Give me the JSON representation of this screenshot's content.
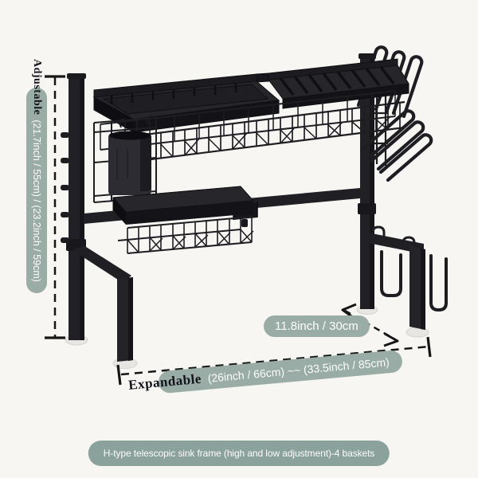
{
  "labels": {
    "height": {
      "keyword": "Adjustable",
      "range": "(21.7inch / 55cm) / (23.2inch / 59cm)"
    },
    "depth": {
      "range": "11.8inch / 30cm"
    },
    "width": {
      "keyword": "Expandable",
      "range": "(26inch / 66cm) ~~ (33.5inch / 85cm)"
    },
    "caption": "H-type telescopic sink frame (high and low adjustment)-4 baskets"
  },
  "colors": {
    "background": "#f7f6f3",
    "badge_bg": "#9aaca6",
    "caption_bg": "#8ba19b",
    "badge_text": "#fdfdfd",
    "keyword_text": "#13131b",
    "rack_black": "#1f1f24",
    "dimension_line": "#161616",
    "foot_pad": "#e7e6e3"
  },
  "icons": {
    "height_dimension_line": "vertical-dashed-dimension-line",
    "width_dimension_line": "horizontal-dashed-dimension-line",
    "depth_dimension_arrow": "diagonal-dashed-double-arrow"
  }
}
